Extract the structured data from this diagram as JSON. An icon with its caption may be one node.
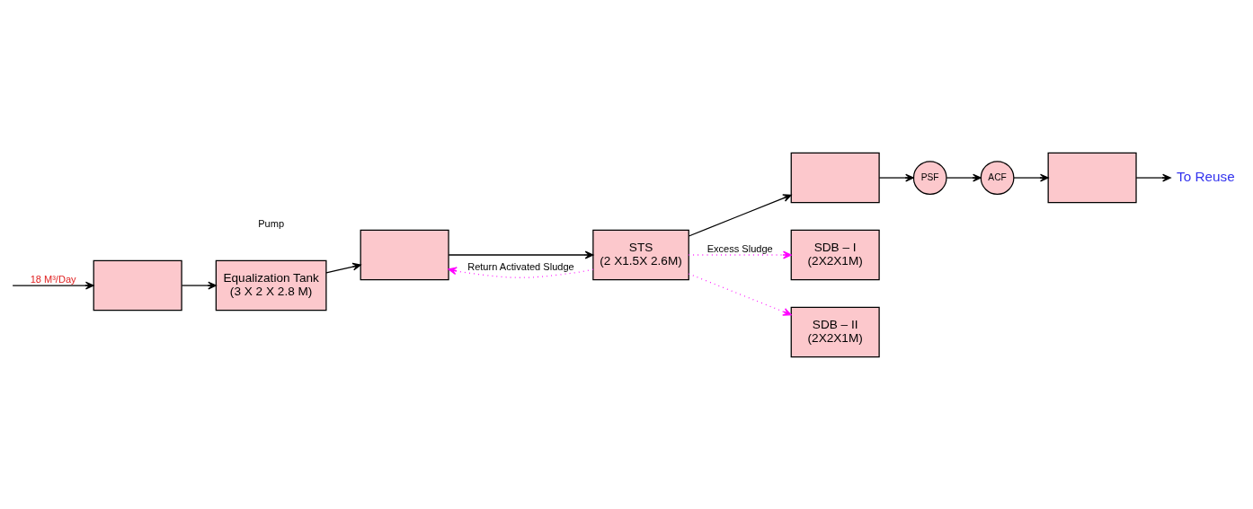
{
  "diagram": {
    "nodes": [
      {
        "text": [],
        "shape": "box"
      },
      {
        "text": [
          "Equalization Tank",
          "(3 X 2 X 2.8 M)"
        ]
      },
      {
        "text": [],
        "shape": "box"
      },
      {
        "text": [
          "STS",
          "(2 X1.5X 2.6M)"
        ]
      },
      {
        "text": [],
        "shape": "box"
      },
      {
        "text": [
          "PSF"
        ]
      },
      {
        "text": [
          "ACF"
        ]
      },
      {
        "text": [],
        "shape": "box"
      },
      {
        "text": [
          "To Reuse"
        ]
      },
      {
        "text": [
          "SDB – I",
          "(2X2X1M)"
        ]
      },
      {
        "text": [
          "SDB – II",
          "(2X2X1M)"
        ]
      }
    ],
    "edges": [
      {
        "from": null,
        "to": 0,
        "arrow": "to",
        "label": "18 M³/Day"
      },
      {
        "from": 0,
        "to": 1,
        "arrow": "to"
      },
      {
        "from": 1,
        "to": 2,
        "arrow": "to"
      },
      {
        "from": 2,
        "to": 3,
        "arrow": "to"
      },
      {
        "from": 3,
        "to": 4,
        "arrow": "to"
      },
      {
        "from": 4,
        "to": 5,
        "arrow": "to"
      },
      {
        "from": 5,
        "to": 6,
        "arrow": "to"
      },
      {
        "from": 6,
        "to": 7,
        "arrow": "to"
      },
      {
        "from": 7,
        "to": 8,
        "arrow": "to"
      },
      {
        "from": 3,
        "to": 2,
        "arrow": "to",
        "label": "Return Activated Sludge",
        "style": "dashed",
        "color": "#ff00ff"
      },
      {
        "from": 3,
        "to": 9,
        "arrow": "to",
        "label": "Excess Sludge",
        "style": "dashed",
        "color": "#ff00ff"
      },
      {
        "from": 3,
        "to": 10,
        "arrow": "to",
        "style": "dashed",
        "color": "#ff00ff"
      }
    ],
    "labels": [
      "Pump"
    ]
  }
}
